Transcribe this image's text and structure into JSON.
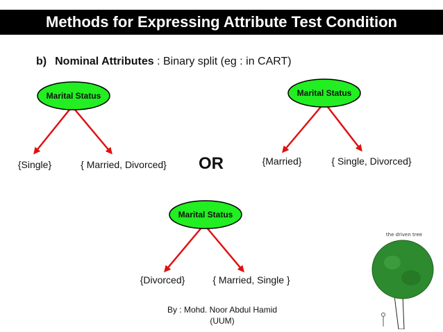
{
  "slide": {
    "title": "Methods for Expressing Attribute Test Condition",
    "subtitle_label": "b)",
    "subtitle_bold": "Nominal Attributes",
    "subtitle_rest": " : Binary split (eg : in CART)",
    "or_label": "OR",
    "footer_line1": "By : Mohd. Noor Abdul Hamid",
    "footer_line2": "(UUM)"
  },
  "trees": [
    {
      "root": "Marital Status",
      "left": "{Single}",
      "right": "{ Married, Divorced}"
    },
    {
      "root": "Marital Status",
      "left": "{Married}",
      "right": "{ Single, Divorced}"
    },
    {
      "root": "Marital Status",
      "left": "{Divorced}",
      "right": "{ Married, Single }"
    }
  ],
  "picture": {
    "caption": "the driven tree"
  },
  "colors": {
    "node_fill": "#22ee22",
    "edge": "#e01010",
    "title_bg": "#000000",
    "tree_green": "#2e8a2e"
  }
}
